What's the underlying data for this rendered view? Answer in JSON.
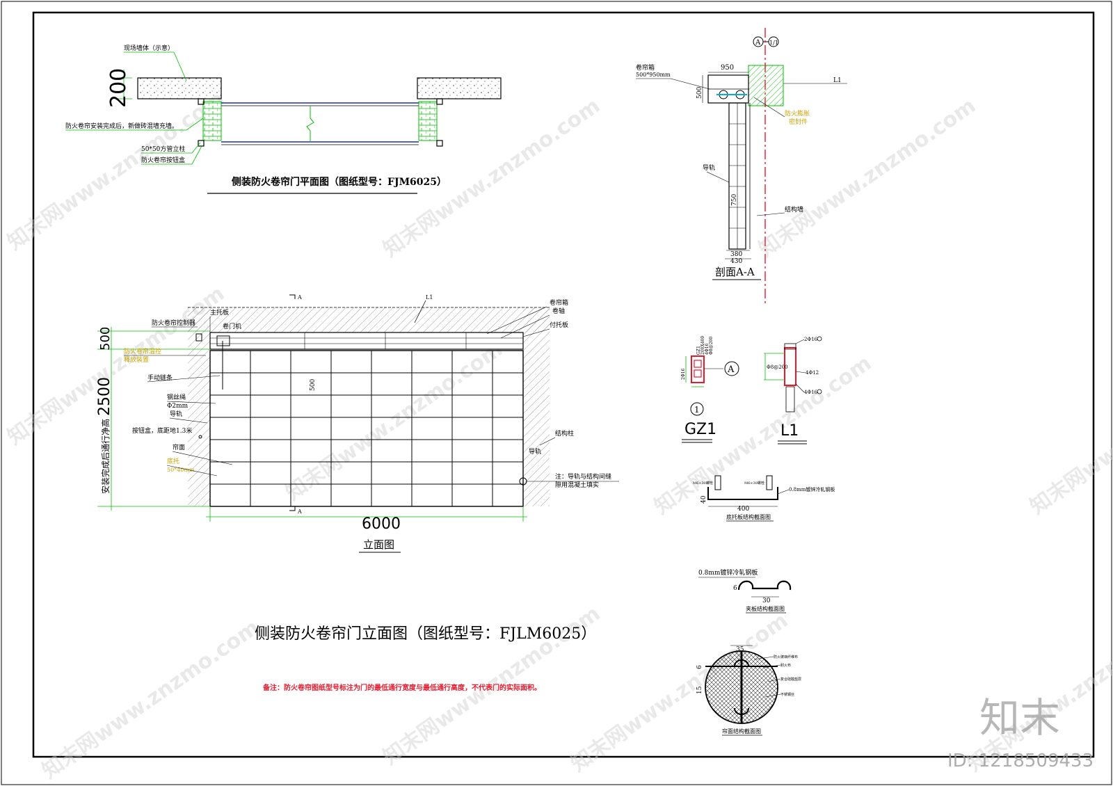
{
  "plan": {
    "title": "侧装防火卷帘门平面图（图纸型号：FJM6025）",
    "dim_200": "200",
    "labels": {
      "wall": "现场墙体（示意）",
      "fill_wall": "防火卷帘安装完成后，新做砖混墙充墙。",
      "post": "50*50方管立柱",
      "button_box": "防火卷帘按钮盒"
    }
  },
  "elevation": {
    "title": "立面图",
    "dim_width": "6000",
    "dim_500": "500",
    "dim_2500": "2500",
    "dim_inner_500": "500",
    "vertical_label": "安装完成后通行净高",
    "section_mark": "A",
    "L1": "L1",
    "left_labels": [
      "防火卷帘控制器",
      "手动链条",
      "钢丝绳",
      "Φ2mm",
      "导轨",
      "按钮盒，底距地1.3米",
      "帘面"
    ],
    "left_yellow_labels": [
      "防火卷帘温控",
      "释放装置"
    ],
    "bottom_yellow": [
      "底托",
      "50*40mm"
    ],
    "top_labels": [
      "主托板",
      "卷门机"
    ],
    "right_labels": [
      "卷帘箱",
      "卷轴",
      "付托板",
      "结构柱",
      "导轨"
    ],
    "note": [
      "注：导轨与结构间缝",
      "隙用混凝土填实"
    ]
  },
  "section": {
    "title": "剖面A-A",
    "mark_a": "A",
    "mark_b": "1/1",
    "dim_950": "950",
    "dim_500": "500",
    "dim_750": "750",
    "dim_380": "380",
    "dim_430": "430",
    "L1": "L1",
    "labels": [
      "卷帘箱",
      "500*950mm",
      "导轨",
      "结构墙"
    ],
    "yellow_labels": [
      "防火膨胀",
      "密封件"
    ]
  },
  "details": {
    "gz1_title": "GZ1",
    "gz1_mark": "1",
    "gz1_circle": "A",
    "l1_title": "L1",
    "gz1_lines": [
      "GZ1",
      "200X400",
      "4Φ16",
      "Φ8@200"
    ],
    "gz1_side": "2Φ16",
    "l1_lines": [
      "2Φ16",
      "Φ8@200",
      "4Φ12",
      "4Φ16"
    ],
    "bottom_plate_title": "底托板结构截面图",
    "bottom_plate_dim": "400",
    "bottom_plate_h": "40",
    "bottom_plate_note": "0.8mm镀锌冷轧钢板",
    "bottom_plate_small": [
      "M6×30螺栓",
      "M6×30螺栓"
    ],
    "slat_note": "0.8mm镀锌冷轧钢板",
    "slat_title": "夹板结构截面图",
    "slat_dim_30": "30",
    "slat_dim_6": "6",
    "curtain_title": "帘面结构截面图",
    "curtain_dim_35": "35",
    "curtain_dim_6": "6",
    "curtain_dim_15": "15",
    "curtain_labels": [
      "防火玻璃纤维布",
      "耐火布",
      "复合硅酸盐层",
      "不锈钢丝"
    ]
  },
  "main_title": "侧装防火卷帘门立面图（图纸型号：FJLM6025）",
  "remark": "备注：防火卷帘图纸型号标注为门的最低通行宽度与最低通行高度，不代表门的实际面积。",
  "brand": {
    "logo": "知末",
    "id": "ID: 1218509433",
    "watermark": "知末网www.znzmo.com"
  },
  "colors": {
    "green": "#00c000",
    "blue": "#1f2f9f",
    "red": "#e8192c",
    "yellow": "#c9a400",
    "border": "#000000"
  }
}
